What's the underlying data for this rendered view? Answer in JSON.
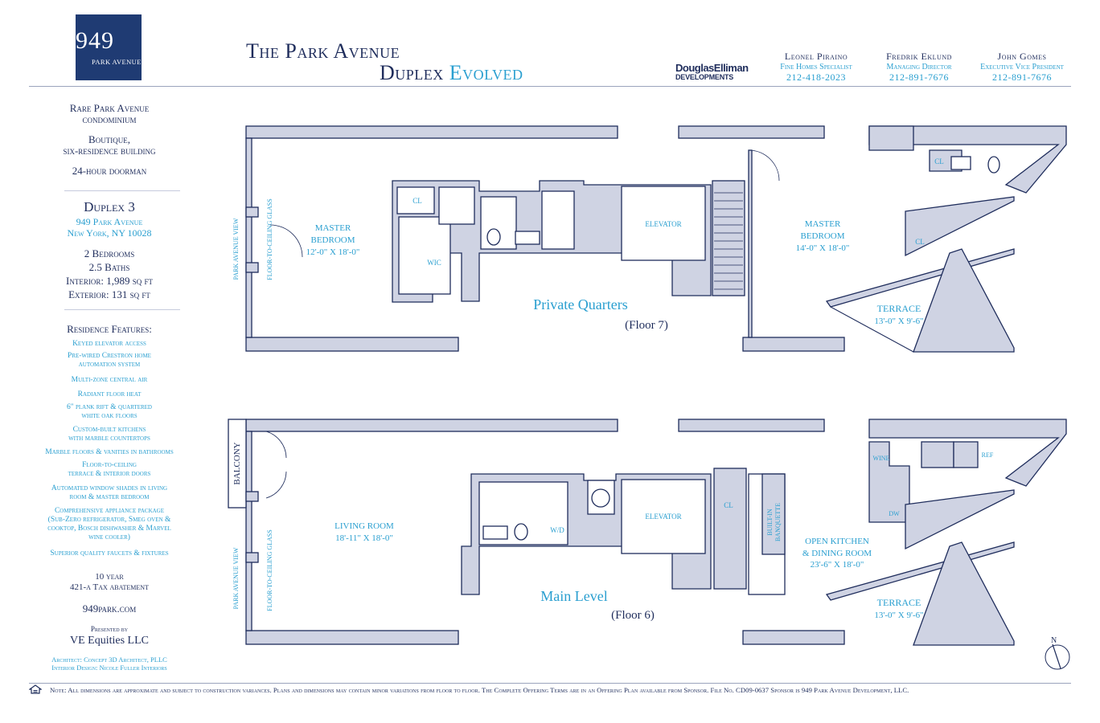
{
  "header": {
    "logo_number": "949",
    "logo_street": "PARK AVENUE",
    "title_line1": "The Park Avenue",
    "title_line2_a": "Duplex",
    "title_line2_b": "Evolved",
    "brokerage_line1": "DouglasElliman",
    "brokerage_line2": "DEVELOPMENTS",
    "contacts": [
      {
        "name": "Leonel Piraino",
        "role": "Fine Homes Specialist",
        "phone": "212-418-2023"
      },
      {
        "name": "Fredrik Eklund",
        "role": "Managing Director",
        "phone": "212-891-7676"
      },
      {
        "name": "John Gomes",
        "role": "Executive Vice President",
        "phone": "212-891-7676"
      }
    ]
  },
  "sidebar": {
    "intro": [
      "Rare Park Avenue",
      "condominium",
      "Boutique,",
      "six-residence building",
      "24-hour doorman"
    ],
    "unit_name": "Duplex 3",
    "address1": "949 Park Avenue",
    "address2": "New York, NY 10028",
    "specs": [
      "2 Bedrooms",
      "2.5 Baths",
      "Interior: 1,989 sq ft",
      "Exterior: 131 sq ft"
    ],
    "features_title": "Residence Features:",
    "features": [
      "Keyed elevator access",
      "Pre-wired Crestron home",
      "automation system",
      "Multi-zone central air",
      "Radiant floor heat",
      "6\" plank rift & quartered",
      "white oak floors",
      "Custom-built kitchens",
      "with marble countertops",
      "Marble floors & vanities in bathrooms",
      "Floor-to-ceiling",
      "terrace & interior doors",
      "Automated window shades in living",
      "room & master bedroom",
      "Comprehensive appliance package",
      "(Sub-Zero refrigerator, Smeg oven &",
      "cooktop, Bosch dishwasher & Marvel",
      "wine cooler)",
      "Superior quality faucets & fixtures"
    ],
    "tax1": "10 year",
    "tax2": "421-a Tax abatement",
    "website": "949park.com",
    "presented_by": "Presented by",
    "presenter": "VE Equities LLC",
    "architect": "Architect: Concept 3D Architect, PLLC",
    "interior": "Interior Design: Nicole Fuller Interiors"
  },
  "floor7": {
    "title": "Private Quarters",
    "floor": "(Floor 7)",
    "view": "PARK AVENUE VIEW",
    "glass": "FLOOR-TO-CEILING GLASS",
    "master_bed_left": [
      "MASTER",
      "BEDROOM",
      "12'-0\" X 18'-0\""
    ],
    "cl1": "CL",
    "wic": "WIC",
    "elevator": "ELEVATOR",
    "master_bed_right": [
      "MASTER",
      "BEDROOM",
      "14'-0\" X 18'-0\""
    ],
    "cl2": "CL",
    "cl3": "CL",
    "terrace": [
      "TERRACE",
      "13'-0\" X 9'-6\""
    ]
  },
  "floor6": {
    "title": "Main Level",
    "floor": "(Floor 6)",
    "balcony": "BALCONY",
    "view": "PARK AVENUE VIEW",
    "glass": "FLOOR-TO-CEILING GLASS",
    "living": [
      "LIVING ROOM",
      "18'-11\" X 18'-0\""
    ],
    "wd": "W/D",
    "elevator": "ELEVATOR",
    "cl": "CL",
    "banquette": [
      "BUILT-IN",
      "BANQUETTE"
    ],
    "kitchen": [
      "OPEN KITCHEN",
      "& DINING ROOM",
      "23'-6\" X 18'-0\""
    ],
    "wine": "WINE",
    "ref": "REF",
    "dw": "DW",
    "terrace": [
      "TERRACE",
      "13'-0\" X 9'-6\""
    ]
  },
  "compass": "N",
  "footer_note": "Note: All dimensions are approximate and subject to construction variances. Plans and dimensions may contain minor variations from floor to floor. The Complete Offering Terms are in an Offering Plan available from Sponsor. File No. CD09-0637 Sponsor is 949 Park Avenue Development, LLC.",
  "colors": {
    "navy": "#1f2d5c",
    "accent": "#2a9fd0",
    "wall": "#cfd3e3",
    "wall_stroke": "#1f2d5c"
  }
}
